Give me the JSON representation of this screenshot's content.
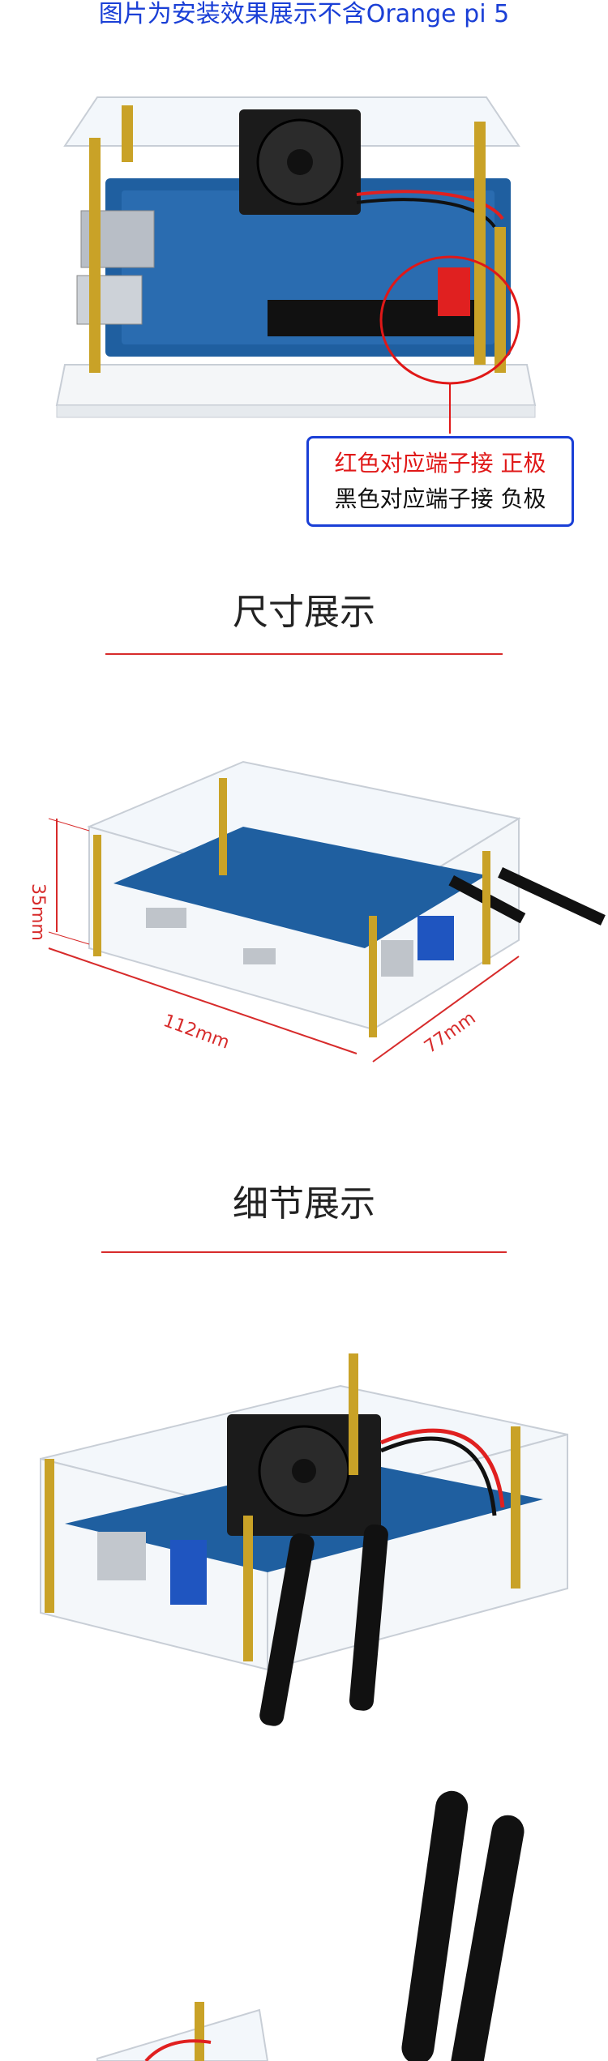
{
  "top_caption": "图片为安装效果展示不含Orange pi 5",
  "legend": {
    "red_line": "红色对应端子接 正极",
    "black_line": "黑色对应端子接 负极"
  },
  "section_dimensions": {
    "title": "尺寸展示",
    "height_label": "35mm",
    "length_label": "112mm",
    "width_label": "77mm"
  },
  "section_details": {
    "title": "细节展示"
  },
  "colors": {
    "caption_blue": "#1a3fd6",
    "accent_red": "#d72b2b",
    "board_blue": "#1f5fa0",
    "standoff_gold": "#c9a227"
  }
}
